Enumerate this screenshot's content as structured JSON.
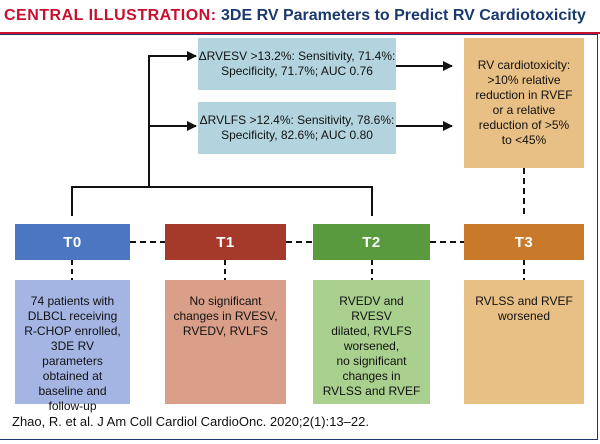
{
  "header": {
    "label": "CENTRAL ILLUSTRATION:",
    "title": "3DE RV Parameters to Predict RV Cardiotoxicity"
  },
  "parameters": [
    {
      "line1": "ΔRVESV >13.2%: Sensitivity, 71.4%:",
      "line2": "Specificity, 71.7%; AUC 0.76"
    },
    {
      "line1": "ΔRVLFS >12.4%: Sensitivity, 78.6%:",
      "line2": "Specificity, 82.6%; AUC 0.80"
    }
  ],
  "outcome": {
    "lines": [
      "RV cardiotoxicity:",
      ">10% relative",
      "reduction in RVEF",
      "or a relative",
      "reduction of >5%",
      "to <45%"
    ]
  },
  "phases": [
    {
      "label": "T0",
      "color": "#4a76c2",
      "desc_color": "#a4b5e4",
      "desc": [
        "74 patients with",
        "DLBCL receiving",
        "R-CHOP enrolled,",
        "3DE RV parameters",
        "obtained at",
        "baseline and",
        "follow-up"
      ]
    },
    {
      "label": "T1",
      "color": "#a63a2a",
      "desc_color": "#d99f88",
      "desc": [
        "No significant",
        "changes in RVESV,",
        "RVEDV, RVLFS"
      ]
    },
    {
      "label": "T2",
      "color": "#5a9a3e",
      "desc_color": "#a9d08e",
      "desc": [
        "RVEDV and RVESV",
        "dilated, RVLFS",
        "worsened,",
        "no significant",
        "changes in",
        "RVLSS and RVEF"
      ]
    },
    {
      "label": "T3",
      "color": "#c8792a",
      "desc_color": "#e8bf84",
      "desc": [
        "RVLSS and RVEF",
        "worsened"
      ]
    }
  ],
  "footer": "Zhao, R. et al. J Am Coll Cardiol CardioOnc. 2020;2(1):13–22."
}
